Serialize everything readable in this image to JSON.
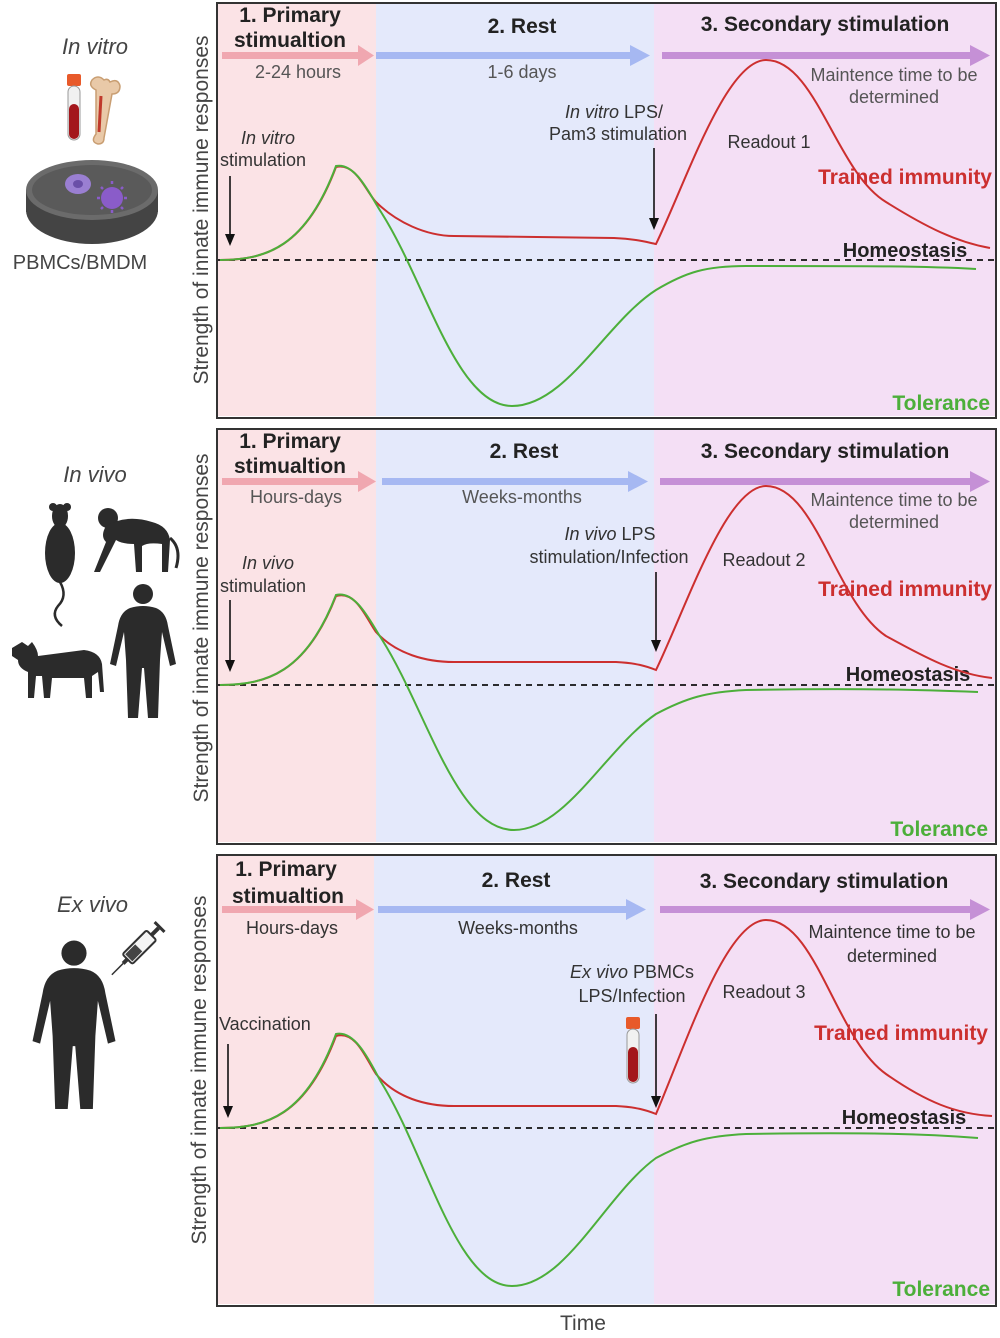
{
  "colors": {
    "primary_bg": "#fbe3e6",
    "rest_bg": "#e4e9fb",
    "secondary_bg": "#f4dff5",
    "primary_arrow": "#f0a7b0",
    "rest_arrow": "#a6b8f2",
    "secondary_arrow": "#c590d6",
    "trained": "#cc2f2f",
    "tolerance": "#4caf3a",
    "homeostasis_line": "#111111",
    "frame": "#333333"
  },
  "x_axis_label": "Time",
  "panels": [
    {
      "side_title": "In vitro",
      "side_caption": "PBMCs/BMDM",
      "side_icons": [
        "blood-tube-icon",
        "bone-icon",
        "petri-dish-icon"
      ],
      "y_label": "Strength of innate immune responses",
      "phase1_title_line1": "1. Primary",
      "phase1_title_line2": "stimualtion",
      "phase1_duration": "2-24 hours",
      "phase2_title": "2. Rest",
      "phase2_duration": "1-6 days",
      "phase3_title": "3. Secondary stimulation",
      "phase3_duration_line1": "Maintence time to be",
      "phase3_duration_line2": "determined",
      "start_label_italic": "In vitro",
      "start_label_rest": "",
      "start_label_line2": "stimulation",
      "second_label_italic": "In vitro",
      "second_label_rest": " LPS/",
      "second_label_line2": "Pam3 stimulation",
      "readout": "Readout 1",
      "trained_label": "Trained immunity",
      "homeostasis_label": "Homeostasis",
      "tolerance_label": "Tolerance"
    },
    {
      "side_title": "In vivo",
      "side_caption": "",
      "side_icons": [
        "mouse-icon",
        "monkey-icon",
        "cow-icon",
        "human-icon"
      ],
      "y_label": "Strength of innate immune responses",
      "phase1_title_line1": "1. Primary",
      "phase1_title_line2": "stimualtion",
      "phase1_duration": "Hours-days",
      "phase2_title": "2. Rest",
      "phase2_duration": "Weeks-months",
      "phase3_title": "3. Secondary stimulation",
      "phase3_duration_line1": "Maintence time to be",
      "phase3_duration_line2": "determined",
      "start_label_italic": "In vivo",
      "start_label_rest": "",
      "start_label_line2": "stimulation",
      "second_label_italic": "In vivo",
      "second_label_rest": " LPS",
      "second_label_line2": "stimulation/Infection",
      "readout": "Readout 2",
      "trained_label": "Trained immunity",
      "homeostasis_label": "Homeostasis",
      "tolerance_label": "Tolerance"
    },
    {
      "side_title": "Ex vivo",
      "side_caption": "",
      "side_icons": [
        "human-icon",
        "syringe-icon"
      ],
      "y_label": "Strength of innate immune responses",
      "phase1_title_line1": "1. Primary",
      "phase1_title_line2": "stimualtion",
      "phase1_duration": "Hours-days",
      "phase2_title": "2. Rest",
      "phase2_duration": "Weeks-months",
      "phase3_title": "3. Secondary stimulation",
      "phase3_duration_line1": "Maintence time to be",
      "phase3_duration_line2": "determined",
      "start_label_italic": "",
      "start_label_rest": "",
      "start_label_line2": "Vaccination",
      "second_label_italic": "Ex vivo",
      "second_label_rest": "  PBMCs",
      "second_label_line2": "LPS/Infection",
      "readout": "Readout 3",
      "trained_label": "Trained immunity",
      "homeostasis_label": "Homeostasis",
      "tolerance_label": "Tolerance"
    }
  ]
}
